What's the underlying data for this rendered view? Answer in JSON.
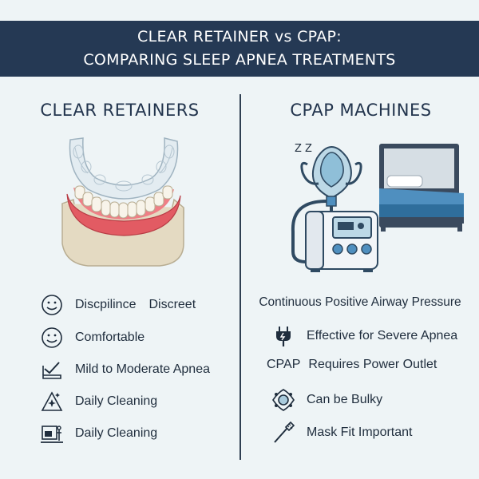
{
  "header": {
    "title_line1": "CLEAR RETAINER vs CPAP:",
    "title_line2": "COMPARING SLEEP APNEA TREATMENTS"
  },
  "left": {
    "title": "CLEAR RETAINERS",
    "items": [
      {
        "label": "Discpilince",
        "label2": "Discreet",
        "icon": "smiley-icon"
      },
      {
        "label": "Comfortable",
        "icon": "smiley-icon"
      },
      {
        "label": "Mild to Moderate Apnea",
        "icon": "checkbox-icon"
      },
      {
        "label": "Daily Cleaning",
        "icon": "sparkle-triangle-icon"
      },
      {
        "label": "Daily Cleaning",
        "icon": "cleaning-station-icon"
      }
    ]
  },
  "right": {
    "title": "CPAP MACHINES",
    "subtitle": "Continuous Positive Airway Pressure",
    "sleep_glyph": "Z Z",
    "items": [
      {
        "label": "Effective for Severe Apnea",
        "icon": "power-plug-icon"
      },
      {
        "label": "Requires Power Outlet",
        "prefix": "CPAP"
      },
      {
        "label": "Can be Bulky",
        "icon": "mask-cushion-icon"
      },
      {
        "label": "Mask Fit Important",
        "icon": "brush-icon"
      }
    ]
  },
  "colors": {
    "header_bg": "#253954",
    "background": "#eef4f6",
    "accent_blue": "#4f8fbf",
    "gum_red": "#e25b63"
  }
}
